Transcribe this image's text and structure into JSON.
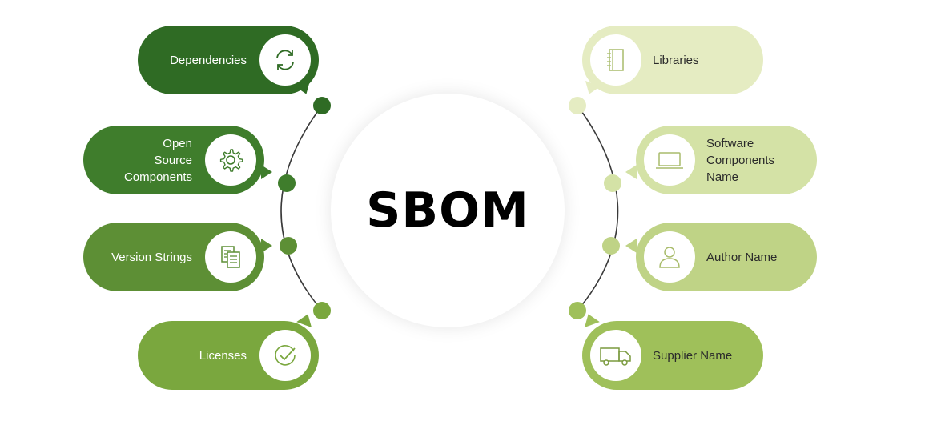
{
  "title": "SBOM",
  "left_items": [
    {
      "label": "Dependencies",
      "icon": "refresh-icon",
      "color": "#2f6b24"
    },
    {
      "label": "Open\nSource\nComponents",
      "icon": "gear-icon",
      "color": "#3f7d2c"
    },
    {
      "label": "Version Strings",
      "icon": "documents-icon",
      "color": "#5d8f35"
    },
    {
      "label": "Licenses",
      "icon": "check-circle-icon",
      "color": "#7aa73e"
    }
  ],
  "right_items": [
    {
      "label": "Libraries",
      "icon": "notebook-icon",
      "color": "#e5ecc2"
    },
    {
      "label": "Software\nComponents\nName",
      "icon": "laptop-icon",
      "color": "#d4e2a6"
    },
    {
      "label": "Author Name",
      "icon": "user-icon",
      "color": "#bfd386"
    },
    {
      "label": "Supplier Name",
      "icon": "truck-icon",
      "color": "#9fc05a"
    }
  ],
  "colors": {
    "dark_green": "#2f6b24",
    "light_green": "#e5ecc2",
    "arc_line": "#3a3a3a"
  }
}
